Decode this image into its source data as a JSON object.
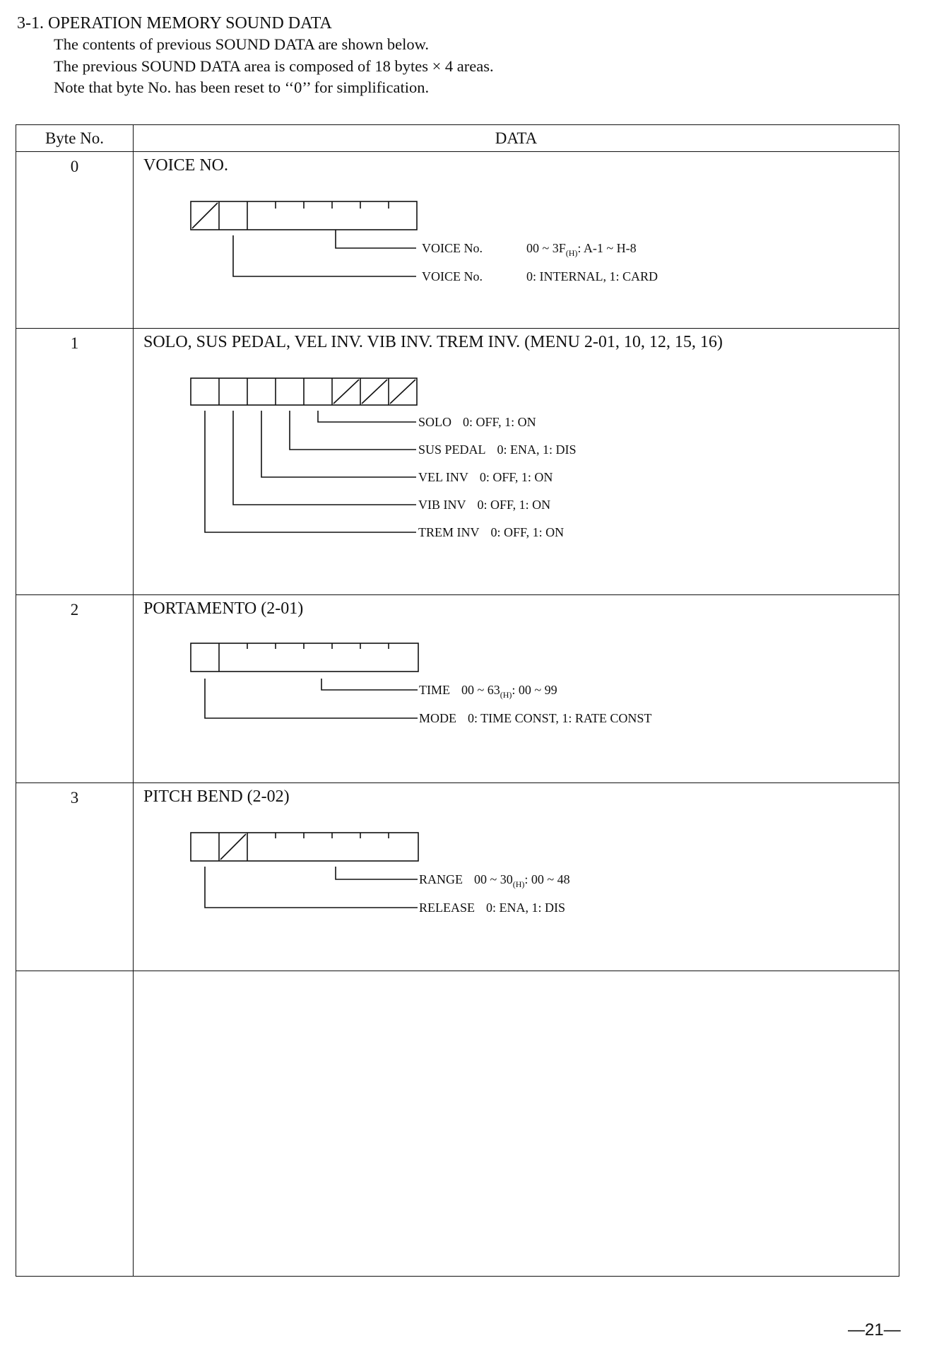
{
  "section": {
    "heading": "3-1. OPERATION MEMORY SOUND DATA",
    "intro_lines": [
      "The contents of previous SOUND DATA are shown below.",
      "The previous SOUND DATA area is composed of 18 bytes × 4 areas.",
      "Note that byte No. has been reset to ‘‘0’’ for simplification."
    ]
  },
  "table": {
    "headers": {
      "byte": "Byte No.",
      "data": "DATA"
    },
    "rows": [
      {
        "byte": "0",
        "title": "VOICE NO.",
        "fields": [
          {
            "name": "VOICE No.",
            "value_pre": "00 ~ 3F",
            "value_sub": "(H)",
            "value_post": ": A-1 ~ H-8"
          },
          {
            "name": "VOICE No.",
            "value_pre": "0: INTERNAL, 1: CARD",
            "value_sub": "",
            "value_post": ""
          }
        ]
      },
      {
        "byte": "1",
        "title": "SOLO, SUS PEDAL, VEL INV. VIB INV. TREM INV. (MENU 2-01, 10, 12, 15, 16)",
        "fields": [
          {
            "name": "SOLO",
            "value_pre": "0: OFF, 1: ON",
            "value_sub": "",
            "value_post": ""
          },
          {
            "name": "SUS PEDAL",
            "value_pre": "0: ENA, 1: DIS",
            "value_sub": "",
            "value_post": ""
          },
          {
            "name": "VEL INV",
            "value_pre": "0: OFF, 1: ON",
            "value_sub": "",
            "value_post": ""
          },
          {
            "name": "VIB INV",
            "value_pre": "0: OFF, 1: ON",
            "value_sub": "",
            "value_post": ""
          },
          {
            "name": "TREM INV",
            "value_pre": "0: OFF, 1: ON",
            "value_sub": "",
            "value_post": ""
          }
        ]
      },
      {
        "byte": "2",
        "title": "PORTAMENTO (2-01)",
        "fields": [
          {
            "name": "TIME",
            "value_pre": "00 ~ 63",
            "value_sub": "(H)",
            "value_post": ": 00 ~ 99"
          },
          {
            "name": "MODE",
            "value_pre": "0: TIME CONST, 1: RATE CONST",
            "value_sub": "",
            "value_post": ""
          }
        ]
      },
      {
        "byte": "3",
        "title": "PITCH BEND (2-02)",
        "fields": [
          {
            "name": "RANGE",
            "value_pre": "00 ~ 30",
            "value_sub": "(H)",
            "value_post": ": 00 ~ 48"
          },
          {
            "name": "RELEASE",
            "value_pre": "0: ENA, 1: DIS",
            "value_sub": "",
            "value_post": ""
          }
        ]
      },
      {
        "byte": "",
        "title": "",
        "fields": []
      }
    ]
  },
  "footer": {
    "page_number": "—21—"
  }
}
